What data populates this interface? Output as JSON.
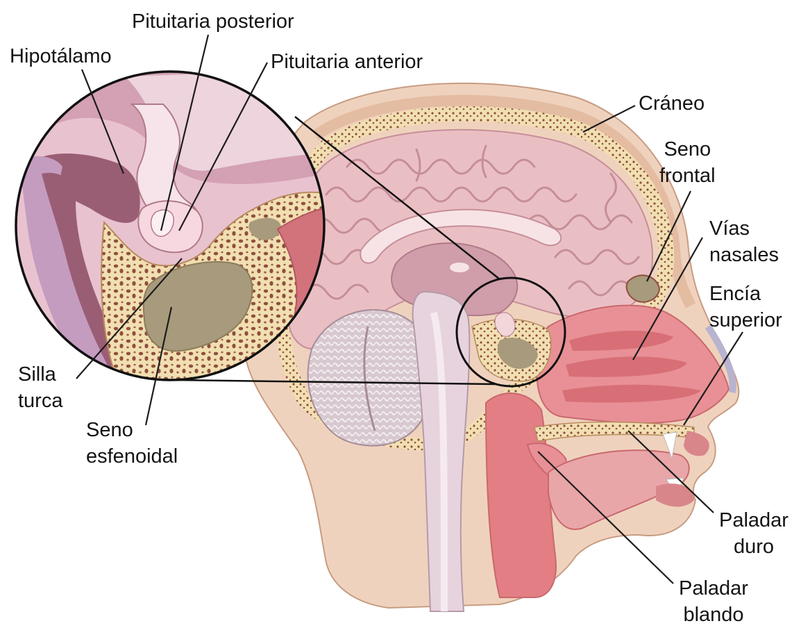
{
  "labels": {
    "pituitaria_posterior": "Pituitaria posterior",
    "hipotalamo": "Hipotálamo",
    "pituitaria_anterior": "Pituitaria anterior",
    "craneo": "Cráneo",
    "seno_frontal": [
      "Seno",
      "frontal"
    ],
    "vias_nasales": [
      "Vías",
      "nasales"
    ],
    "encia_superior": [
      "Encía",
      "superior"
    ],
    "silla_turca": [
      "Silla",
      "turca"
    ],
    "seno_esfenoidal": [
      "Seno",
      "esfenoidal"
    ],
    "paladar_duro": [
      "Paladar",
      "duro"
    ],
    "paladar_blando": [
      "Paladar",
      "blando"
    ]
  },
  "colors": {
    "skin": "#efd2bd",
    "brain": "#eabfc4",
    "brain_dark": "#c58e99",
    "bone": "#f1dfb2",
    "bone_dots": "#8f4f3d",
    "nasal": "#e27e84",
    "sinus": "#a89a7c",
    "leader": "#1c1c1c"
  }
}
